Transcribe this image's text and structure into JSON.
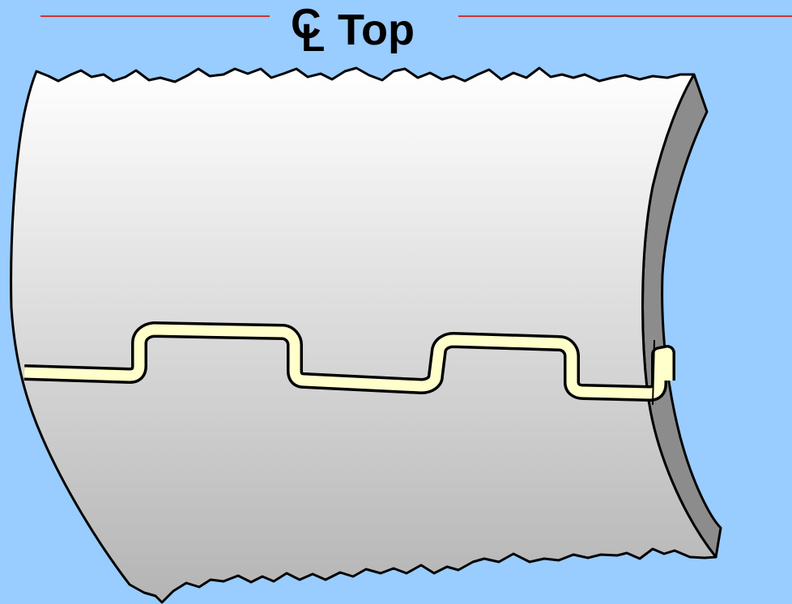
{
  "title": {
    "symbol_main": "C",
    "symbol_sub": "L",
    "text": "Top"
  },
  "colors": {
    "background": "#99ccff",
    "centerline": "#cc3333",
    "pipe_top": "#ffffff",
    "pipe_bottom": "#b4b4b4",
    "pipe_edge": "#8c8c8c",
    "joint_seam": "#ffffcc",
    "outline": "#000000"
  }
}
